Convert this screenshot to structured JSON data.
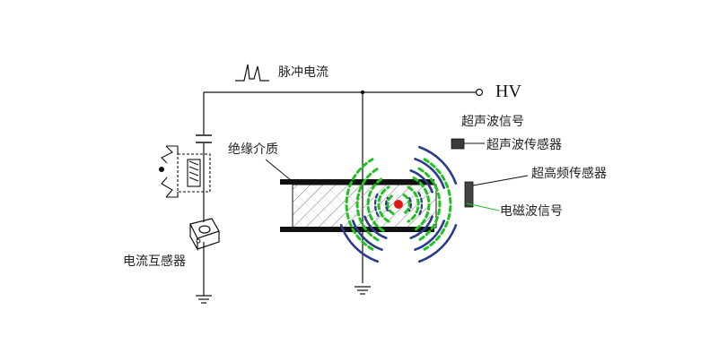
{
  "labels": {
    "pulse_current": "脉冲电流",
    "hv": "HV",
    "ultrasonic_signal": "超声波信号",
    "ultrasonic_sensor": "超声波传感器",
    "insulating_medium": "绝缘介质",
    "uhf_sensor": "超高频传感器",
    "em_wave_signal": "电磁波信号",
    "current_transformer": "电流互感器"
  },
  "colors": {
    "line": "#111111",
    "ultrasonic": "#2a3c8a",
    "electromagnetic": "#1fc21f",
    "discharge": "#e01818",
    "sensor": "#333333"
  }
}
